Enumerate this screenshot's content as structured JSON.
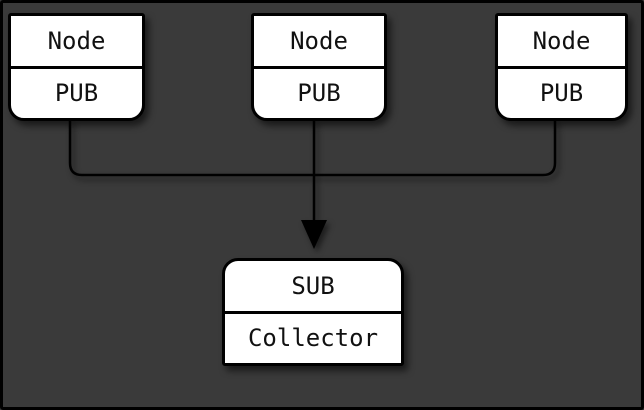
{
  "diagram": {
    "publishers": [
      {
        "title": "Node",
        "socket": "PUB"
      },
      {
        "title": "Node",
        "socket": "PUB"
      },
      {
        "title": "Node",
        "socket": "PUB"
      }
    ],
    "subscriber": {
      "socket": "SUB",
      "title": "Collector"
    },
    "colors": {
      "background": "#3a3a3a",
      "frame": "#000000",
      "box_fill": "#ffffff",
      "box_border": "#000000",
      "wire": "#000000",
      "text": "#111111"
    }
  }
}
